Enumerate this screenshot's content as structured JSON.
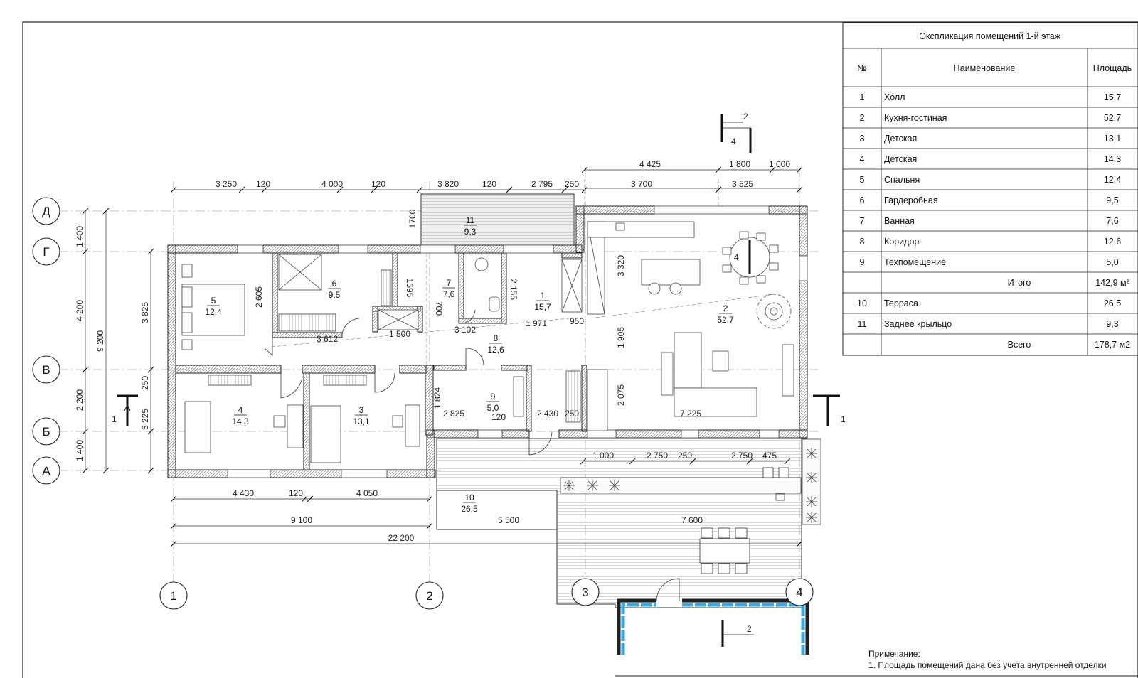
{
  "table": {
    "title": "Экспликация помещений  1-й этаж",
    "headers": [
      "№",
      "Наименование",
      "Площадь"
    ],
    "rows": [
      {
        "num": "1",
        "name": "Холл",
        "area": "15,7"
      },
      {
        "num": "2",
        "name": "Кухня-гостиная",
        "area": "52,7"
      },
      {
        "num": "3",
        "name": "Детская",
        "area": "13,1"
      },
      {
        "num": "4",
        "name": "Детская",
        "area": "14,3"
      },
      {
        "num": "5",
        "name": "Спальня",
        "area": "12,4"
      },
      {
        "num": "6",
        "name": "Гардеробная",
        "area": "9,5"
      },
      {
        "num": "7",
        "name": "Ванная",
        "area": "7,6"
      },
      {
        "num": "8",
        "name": "Коридор",
        "area": "12,6"
      },
      {
        "num": "9",
        "name": "Техпомещение",
        "area": "5,0"
      },
      {
        "num": "",
        "name": "Итого",
        "area": "142,9 м²"
      },
      {
        "num": "10",
        "name": "Терраса",
        "area": "26,5"
      },
      {
        "num": "11",
        "name": "Заднее крыльцо",
        "area": "9,3"
      },
      {
        "num": "",
        "name": "Всего",
        "area": "178,7 м2"
      }
    ]
  },
  "axes": {
    "rows": [
      "Д",
      "Г",
      "В",
      "Б",
      "А"
    ],
    "columns": [
      "1",
      "2",
      "3",
      "4"
    ]
  },
  "rooms": [
    {
      "num": "1",
      "area": "15,7"
    },
    {
      "num": "2",
      "area": "52,7"
    },
    {
      "num": "3",
      "area": "13,1"
    },
    {
      "num": "4",
      "area": "14,3"
    },
    {
      "num": "5",
      "area": "12,4"
    },
    {
      "num": "6",
      "area": "9,5"
    },
    {
      "num": "7",
      "area": "7,6"
    },
    {
      "num": "8",
      "area": "12,6"
    },
    {
      "num": "9",
      "area": "5,0"
    },
    {
      "num": "10",
      "area": "26,5"
    },
    {
      "num": "11",
      "area": "9,3"
    }
  ],
  "dimensions": {
    "top_row": [
      "3 250",
      "120",
      "4 000",
      "120",
      "3 820",
      "120",
      "2 795",
      "250",
      "3 700",
      "3 525"
    ],
    "top_upper": [
      "4 425",
      "1 800",
      "1 000"
    ],
    "bottom": [
      "4 430",
      "120",
      "4 050"
    ],
    "bottom_total_1": "9 100",
    "bottom_total_2": "22 200",
    "left_outer": [
      "1 400",
      "4 200",
      "2 200",
      "1 400"
    ],
    "left_total": "9 200",
    "left_inner": [
      "3 825",
      "250",
      "3 225"
    ],
    "interior": [
      "2 605",
      "1595",
      "700",
      "2 155",
      "3 612",
      "1 500",
      "3 102",
      "1 971",
      "950",
      "3 320",
      "1 905",
      "2 075",
      "1 824",
      "2 825",
      "120",
      "2 430",
      "250",
      "7 225",
      "1700"
    ],
    "terrace": [
      "1 000",
      "2 750",
      "250",
      "2 750",
      "475",
      "5 500",
      "7 600"
    ]
  },
  "section_marks": {
    "s1": "1",
    "s2_top": "2",
    "s2_top_sheet": "4",
    "s2_bottom": "2",
    "s4": "4"
  },
  "note": {
    "title": "Примечание:",
    "line1": "1. Площадь помещений дана без учета внутренней отделки"
  }
}
